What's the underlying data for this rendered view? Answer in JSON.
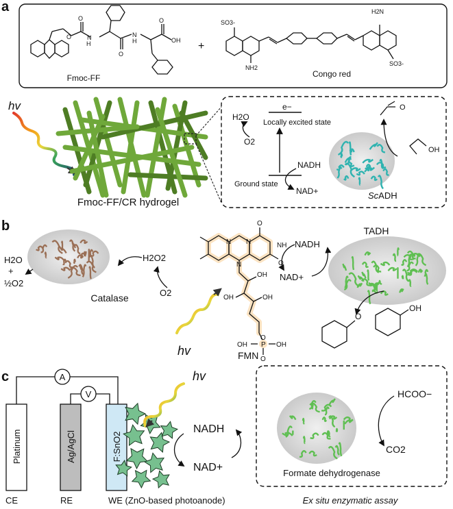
{
  "panel_a": {
    "label": "a",
    "fmoc_ff": "Fmoc-FF",
    "plus": "+",
    "congo_red": "Congo red",
    "chem_labels": {
      "oh": "OH",
      "nh2": "NH2",
      "h2n": "H2N",
      "so3": "SO3-"
    },
    "hv": "hv",
    "hydrogel": "Fmoc-FF/CR hydrogel",
    "h2o": "H2O",
    "o2": "O2",
    "electron": "e−",
    "excited": "Locally excited state",
    "ground": "Ground state",
    "nadh": "NADH",
    "nadp": "NAD+",
    "enzyme_prefix": "Sc",
    "enzyme_suffix": "ADH",
    "oh": "OH"
  },
  "panel_b": {
    "label": "b",
    "h2o": "H2O",
    "plus": "+",
    "half_o2": "½O2",
    "catalase": "Catalase",
    "h2o2": "H2O2",
    "o2": "O2",
    "hv": "hv",
    "fmn": "FMN",
    "nadh": "NADH",
    "nadp": "NAD+",
    "tadh": "TADH",
    "oh": "OH",
    "o": "O",
    "fmn_atoms": {
      "o1": "O",
      "o2": "O",
      "nh": "NH",
      "n1": "N",
      "n2": "N",
      "n3": "N",
      "oh1": "OH",
      "oh2": "OH",
      "oh3": "OH",
      "o3": "O",
      "p": "P",
      "oh4": "OH",
      "oh5": "OH",
      "o4": "O"
    }
  },
  "panel_c": {
    "label": "c",
    "ammeter": "A",
    "voltmeter": "V",
    "platinum": "Platinum",
    "agagcl": "Ag/AgCl",
    "fsno2": "F:SnO2",
    "hv": "hv",
    "nadh": "NADH",
    "nadp": "NAD+",
    "hcoo": "HCOO−",
    "co2": "CO2",
    "formate_dh": "Formate dehydrogenase",
    "ce": "CE",
    "re": "RE",
    "we": "WE (ZnO-based photoanode)",
    "ex_situ": "Ex situ enzymatic assay"
  },
  "colors": {
    "fiber": "#6fa83a",
    "fiber_dark": "#4e7d24",
    "protein_teal": "#2fb3b0",
    "protein_brown": "#9a6f55",
    "protein_green": "#5fbf52",
    "surface": "#c9c9c9",
    "fmn_highlight": "#fbe3c2",
    "electrode_blue": "#cfe8f5",
    "electrode_gray": "#bdbdbd",
    "star_green": "#77c08f"
  }
}
